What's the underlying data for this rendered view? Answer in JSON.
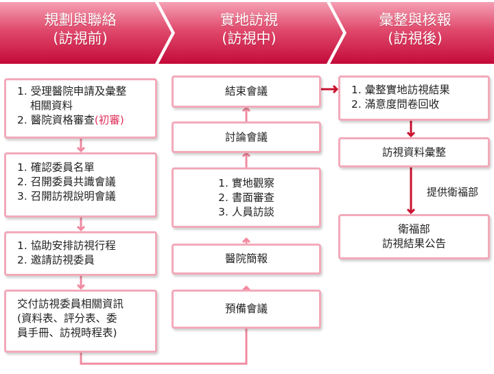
{
  "colors": {
    "header_top": "#f5a0b4",
    "header_bottom": "#c40a3a",
    "box_border": "#f2a9b9",
    "arrow_light": "#f08aa0",
    "arrow_dark": "#c8102e",
    "highlight": "#e0325a"
  },
  "headers": [
    {
      "title": "規劃與聯絡",
      "subtitle": "(訪視前)"
    },
    {
      "title": "實地訪視",
      "subtitle": "(訪視中)"
    },
    {
      "title": "彙整與核報",
      "subtitle": "(訪視後)"
    }
  ],
  "col1": {
    "b1": {
      "l1": "1. 受理醫院申請及彙整",
      "l2": "相關資料",
      "l3a": "2. 醫院資格審查",
      "l3b": "(初審)"
    },
    "b2": {
      "l1": "1. 確認委員名單",
      "l2": "2. 召開委員共識會議",
      "l3": "3. 召開訪視說明會議"
    },
    "b3": {
      "l1": "1. 協助安排訪視行程",
      "l2": "2. 邀請訪視委員"
    },
    "b4": {
      "l1": "交付訪視委員相關資訊",
      "l2": "(資料表、評分表、委",
      "l3": "員手冊、訪視時程表)"
    }
  },
  "col2": {
    "b1": "結束會議",
    "b2": "討論會議",
    "b3": {
      "l1": "1. 實地觀察",
      "l2": "2. 書面審查",
      "l3": "3. 人員訪談"
    },
    "b4": "醫院簡報",
    "b5": "預備會議"
  },
  "col3": {
    "b1": {
      "l1": "1. 彙整實地訪視結果",
      "l2": "2. 滿意度問卷回收"
    },
    "b2": "訪視資料彙整",
    "b3": {
      "l1": "衛福部",
      "l2": "訪視結果公告"
    },
    "arrow_label": "提供衛福部"
  }
}
